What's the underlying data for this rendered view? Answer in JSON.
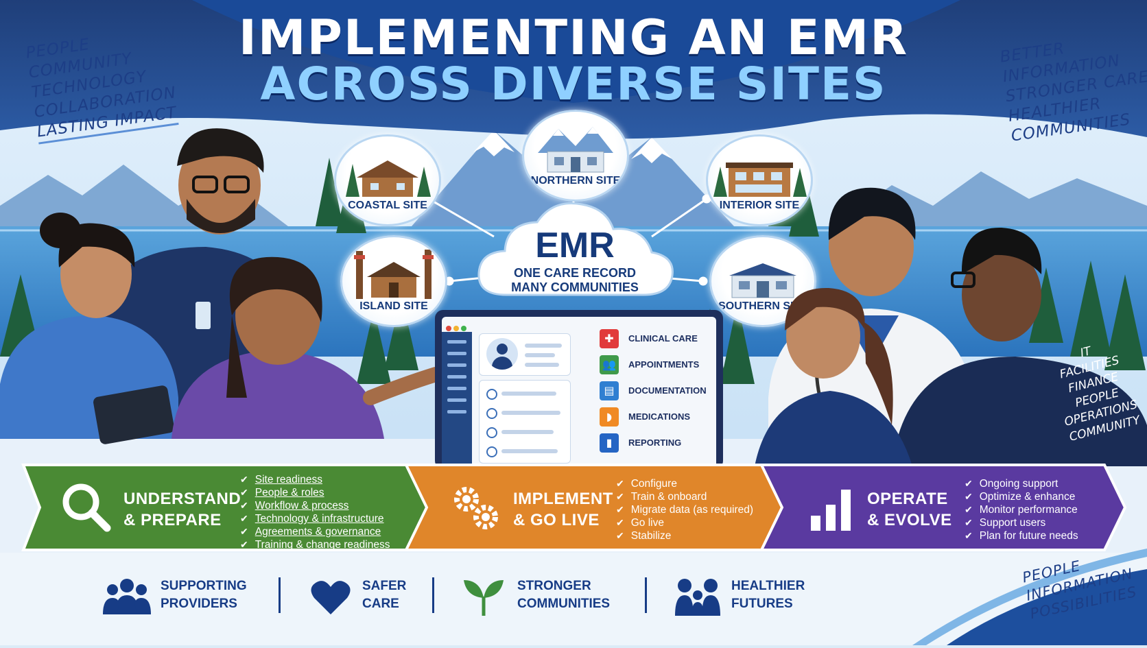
{
  "title": {
    "line1": "IMPLEMENTING AN EMR",
    "line2": "ACROSS DIVERSE SITES"
  },
  "left_words": [
    "PEOPLE",
    "COMMUNITY",
    "TECHNOLOGY",
    "COLLABORATION",
    "LASTING IMPACT"
  ],
  "right_words": [
    "BETTER",
    "INFORMATION",
    "STRONGER CARE",
    "HEALTHIER",
    "COMMUNITIES"
  ],
  "sites": {
    "coastal": "COASTAL SITE",
    "northern": "NORTHERN SITE",
    "interior": "INTERIOR SITE",
    "island": "ISLAND SITE",
    "southern": "SOUTHERN SITE"
  },
  "hub": {
    "title": "EMR",
    "line1": "ONE CARE RECORD",
    "line2": "MANY COMMUNITIES"
  },
  "emr_menu": [
    {
      "label": "CLINICAL CARE",
      "icon": "cross-icon",
      "color": "#e13b3b"
    },
    {
      "label": "APPOINTMENTS",
      "icon": "people-icon",
      "color": "#3f9a4a"
    },
    {
      "label": "DOCUMENTATION",
      "icon": "document-icon",
      "color": "#2f7fd1"
    },
    {
      "label": "MEDICATIONS",
      "icon": "pill-icon",
      "color": "#f08a24"
    },
    {
      "label": "REPORTING",
      "icon": "bar-chart-icon",
      "color": "#2565c4"
    }
  ],
  "shirt_words": [
    "IT",
    "FACILITIES",
    "FINANCE",
    "PEOPLE",
    "OPERATIONS",
    "COMMUNITY"
  ],
  "phases": [
    {
      "title1": "UNDERSTAND",
      "title2": "& PREPARE",
      "color": "#4a8a34",
      "items": [
        "Site readiness",
        "People & roles",
        "Workflow & process",
        "Technology & infrastructure",
        "Agreements & governance",
        "Training & change readiness"
      ]
    },
    {
      "title1": "IMPLEMENT",
      "title2": "& GO LIVE",
      "color": "#e0862a",
      "items": [
        "Configure",
        "Train & onboard",
        "Migrate data (as required)",
        "Go live",
        "Stabilize"
      ]
    },
    {
      "title1": "OPERATE",
      "title2": "& EVOLVE",
      "color": "#5a3aa0",
      "items": [
        "Ongoing support",
        "Optimize & enhance",
        "Monitor performance",
        "Support users",
        "Plan for future needs"
      ]
    }
  ],
  "footer": [
    {
      "line1": "SUPPORTING",
      "line2": "PROVIDERS",
      "icon": "group-icon"
    },
    {
      "line1": "SAFER",
      "line2": "CARE",
      "icon": "heart-icon"
    },
    {
      "line1": "STRONGER",
      "line2": "COMMUNITIES",
      "icon": "sprout-icon"
    },
    {
      "line1": "HEALTHIER",
      "line2": "FUTURES",
      "icon": "family-icon"
    }
  ],
  "corner_words": [
    "PEOPLE",
    "INFORMATION",
    "POSSIBILITIES"
  ],
  "colors": {
    "navy": "#123a80",
    "sky": "#8fd0ff",
    "green": "#4a8a34",
    "orange": "#e0862a",
    "purple": "#5a3aa0"
  }
}
